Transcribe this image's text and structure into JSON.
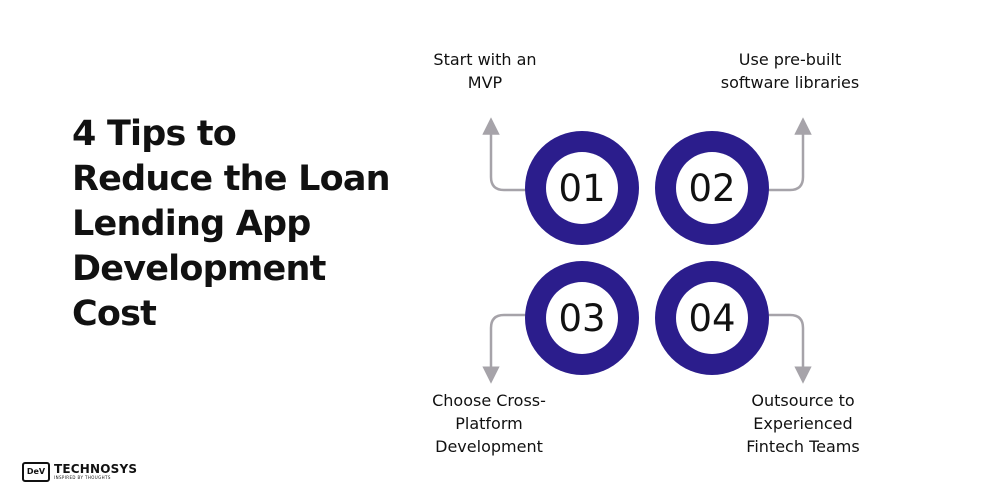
{
  "title_lines": [
    "4 Tips to",
    "Reduce the Loan",
    "Lending App",
    "Development",
    "Cost"
  ],
  "tips": [
    {
      "number": "01",
      "lines": [
        "Start with an",
        "MVP"
      ]
    },
    {
      "number": "02",
      "lines": [
        "Use pre-built",
        "software libraries"
      ]
    },
    {
      "number": "03",
      "lines": [
        "Choose Cross-",
        "Platform",
        "Development"
      ]
    },
    {
      "number": "04",
      "lines": [
        "Outsource to",
        "Experienced",
        "Fintech Teams"
      ]
    }
  ],
  "logo": {
    "mark": "DeV",
    "name": "TECHNOSYS",
    "tagline": "INSPIRED BY THOUGHTS"
  },
  "colors": {
    "ring": "#2b1d8c",
    "arrow": "#a6a3a9",
    "inner": "#ffffff",
    "text": "#111111"
  }
}
